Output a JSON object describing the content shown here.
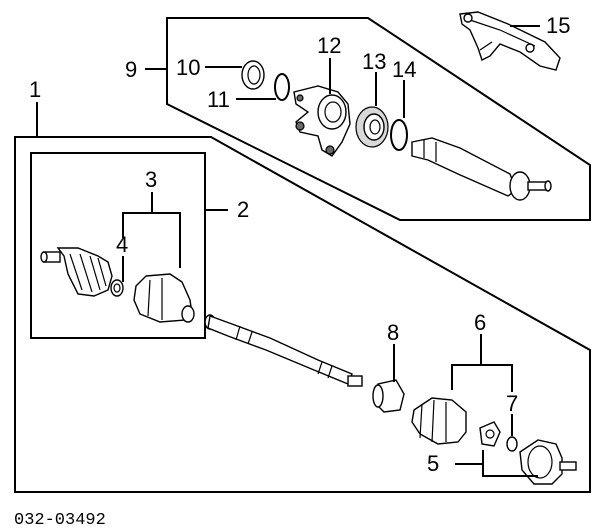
{
  "diagram": {
    "callouts": [
      "1",
      "2",
      "3",
      "4",
      "5",
      "6",
      "7",
      "8",
      "9",
      "10",
      "11",
      "12",
      "13",
      "14",
      "15"
    ],
    "part_code": "032-03492"
  }
}
